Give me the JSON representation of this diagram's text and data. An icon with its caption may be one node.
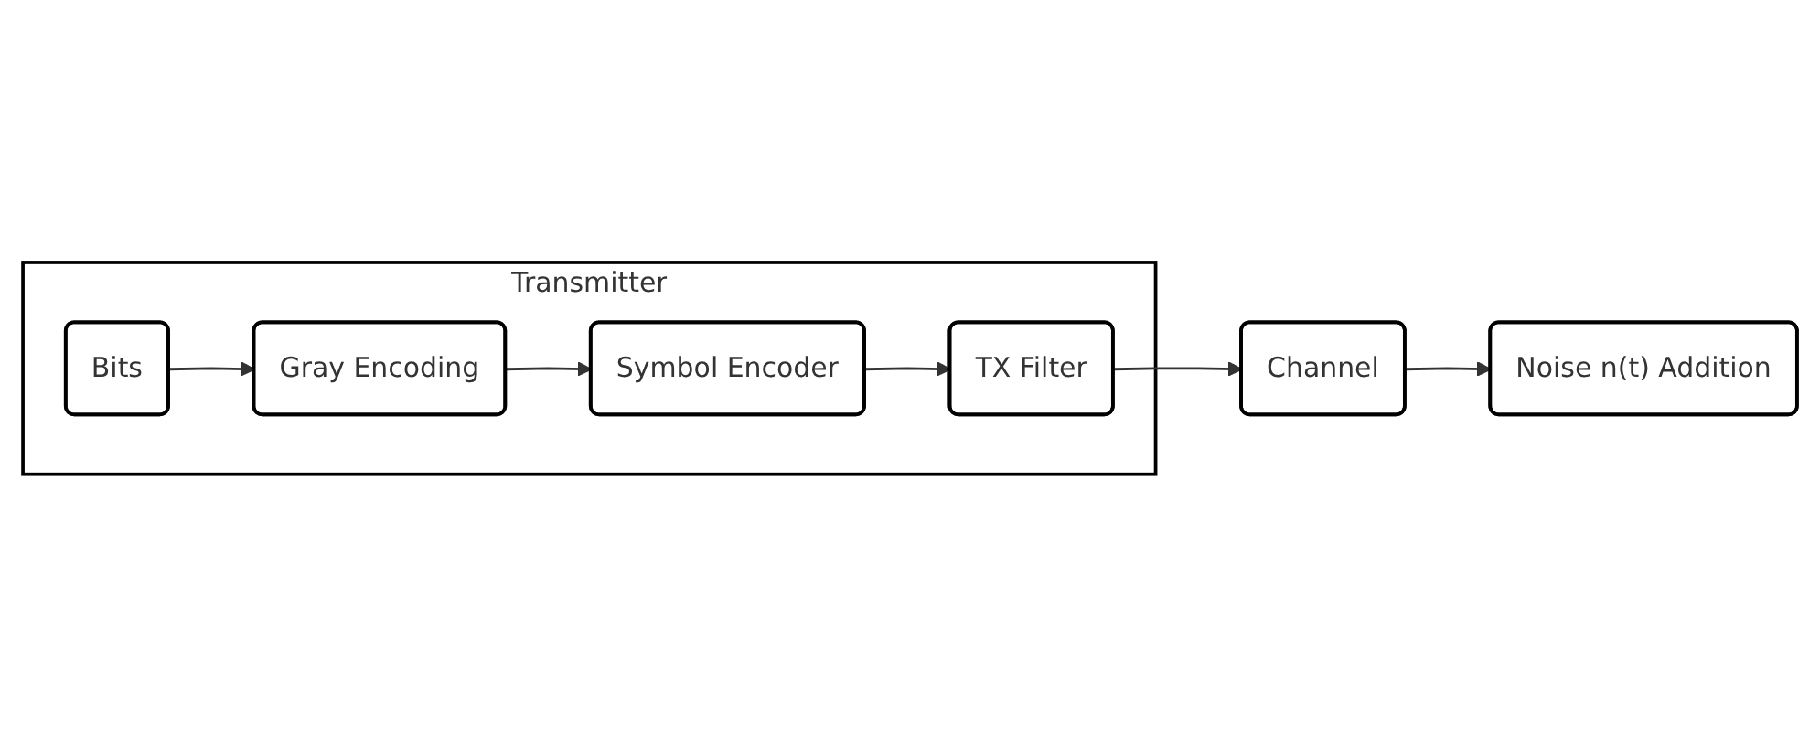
{
  "diagram": {
    "nodes": [
      {
        "text": [
          "Transmitter"
        ]
      },
      {
        "text": [
          "Bits"
        ],
        "in": 0
      },
      {
        "text": [
          "Gray Encoding"
        ],
        "in": 0
      },
      {
        "text": [
          "Symbol Encoder"
        ],
        "in": 0
      },
      {
        "text": [
          "TX Filter"
        ],
        "in": 0
      },
      {
        "text": [
          "Channel"
        ]
      },
      {
        "text": [
          "Noise n(t) Addition"
        ]
      }
    ],
    "edges": [
      {
        "from": 1,
        "to": 2,
        "arrow": "to"
      },
      {
        "from": 2,
        "to": 3,
        "arrow": "to"
      },
      {
        "from": 3,
        "to": 4,
        "arrow": "to"
      },
      {
        "from": 4,
        "to": 5,
        "arrow": "to"
      },
      {
        "from": 5,
        "to": 6,
        "arrow": "to"
      }
    ]
  }
}
